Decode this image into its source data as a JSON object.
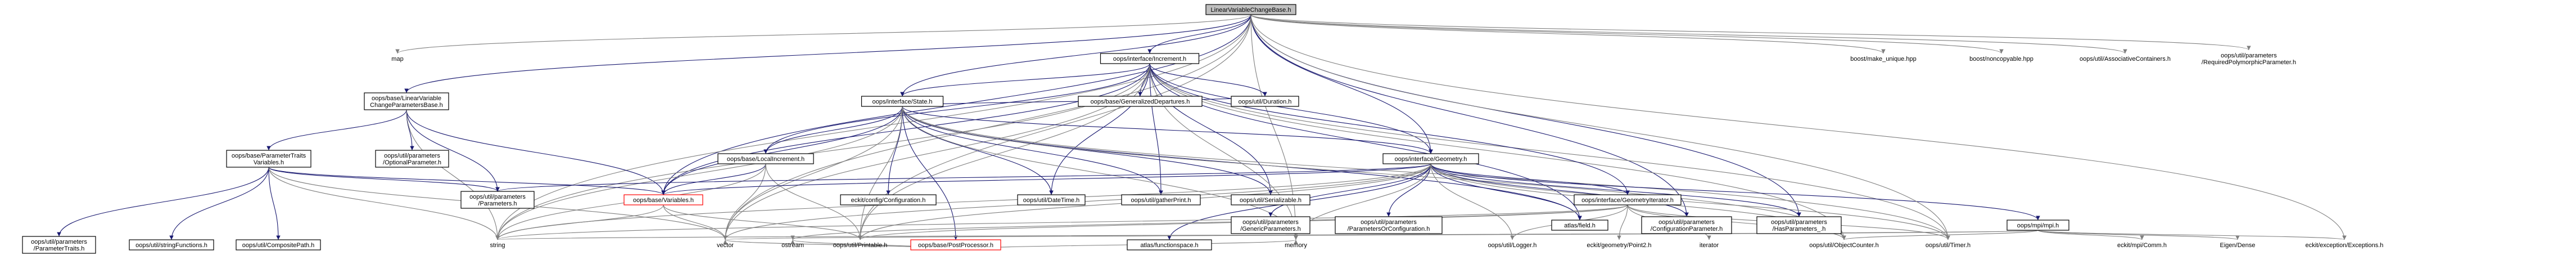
{
  "nodes": {
    "root": [
      "LinearVariableChangeBase.h"
    ],
    "map": [
      "map"
    ],
    "lvcpb": [
      "oops/base/LinearVariable",
      "ChangeParametersBase.h"
    ],
    "increment": [
      "oops/interface/Increment.h"
    ],
    "make_unique": [
      "boost/make_unique.hpp"
    ],
    "noncopyable": [
      "boost/noncopyable.hpp"
    ],
    "assoc": [
      "oops/util/AssociativeContainers.h"
    ],
    "reqpoly": [
      "oops/util/parameters",
      "/RequiredPolymorphicParameter.h"
    ],
    "state": [
      "oops/interface/State.h"
    ],
    "gendep": [
      "oops/base/GeneralizedDepartures.h"
    ],
    "duration": [
      "oops/util/Duration.h"
    ],
    "ptv": [
      "oops/base/ParameterTraits",
      "Variables.h"
    ],
    "optparam": [
      "oops/util/parameters",
      "/OptionalParameter.h"
    ],
    "localinc": [
      "oops/base/LocalIncrement.h"
    ],
    "eckitconf": [
      "eckit/config/Configuration.h"
    ],
    "postproc": [
      "oops/base/PostProcessor.h"
    ],
    "datetime": [
      "oops/util/DateTime.h"
    ],
    "gatherprint": [
      "oops/util/gatherPrint.h"
    ],
    "serializable": [
      "oops/util/Serializable.h"
    ],
    "geometry": [
      "oops/interface/Geometry.h"
    ],
    "ptraits": [
      "oops/util/parameters",
      "/ParameterTraits.h"
    ],
    "stringfunc": [
      "oops/util/stringFunctions.h"
    ],
    "comppath": [
      "oops/util/CompositePath.h"
    ],
    "parameters": [
      "oops/util/parameters",
      "/Parameters.h"
    ],
    "variables": [
      "oops/base/Variables.h"
    ],
    "funcspace": [
      "atlas/functionspace.h"
    ],
    "genparams": [
      "oops/util/parameters",
      "/GenericParameters.h"
    ],
    "paramsorconf": [
      "oops/util/parameters",
      "/ParametersOrConfiguration.h"
    ],
    "atlasfield": [
      "atlas/field.h"
    ],
    "confparam": [
      "oops/util/parameters",
      "/ConfigurationParameter.h"
    ],
    "hasparams": [
      "oops/util/parameters",
      "/HasParameters_.h"
    ],
    "mpi": [
      "oops/mpi/mpi.h"
    ],
    "geomiter": [
      "oops/interface/GeometryIterator.h"
    ],
    "string": [
      "string"
    ],
    "vector": [
      "vector"
    ],
    "ostream": [
      "ostream"
    ],
    "printable": [
      "oops/util/Printable.h"
    ],
    "memory": [
      "memory"
    ],
    "logger": [
      "oops/util/Logger.h"
    ],
    "point2": [
      "eckit/geometry/Point2.h"
    ],
    "iterator": [
      "iterator"
    ],
    "objcounter": [
      "oops/util/ObjectCounter.h"
    ],
    "timer": [
      "oops/util/Timer.h"
    ],
    "eckitcomm": [
      "eckit/mpi/Comm.h"
    ],
    "eigen": [
      "Eigen/Dense"
    ],
    "eckitexc": [
      "eckit/exception/Exceptions.h"
    ]
  }
}
